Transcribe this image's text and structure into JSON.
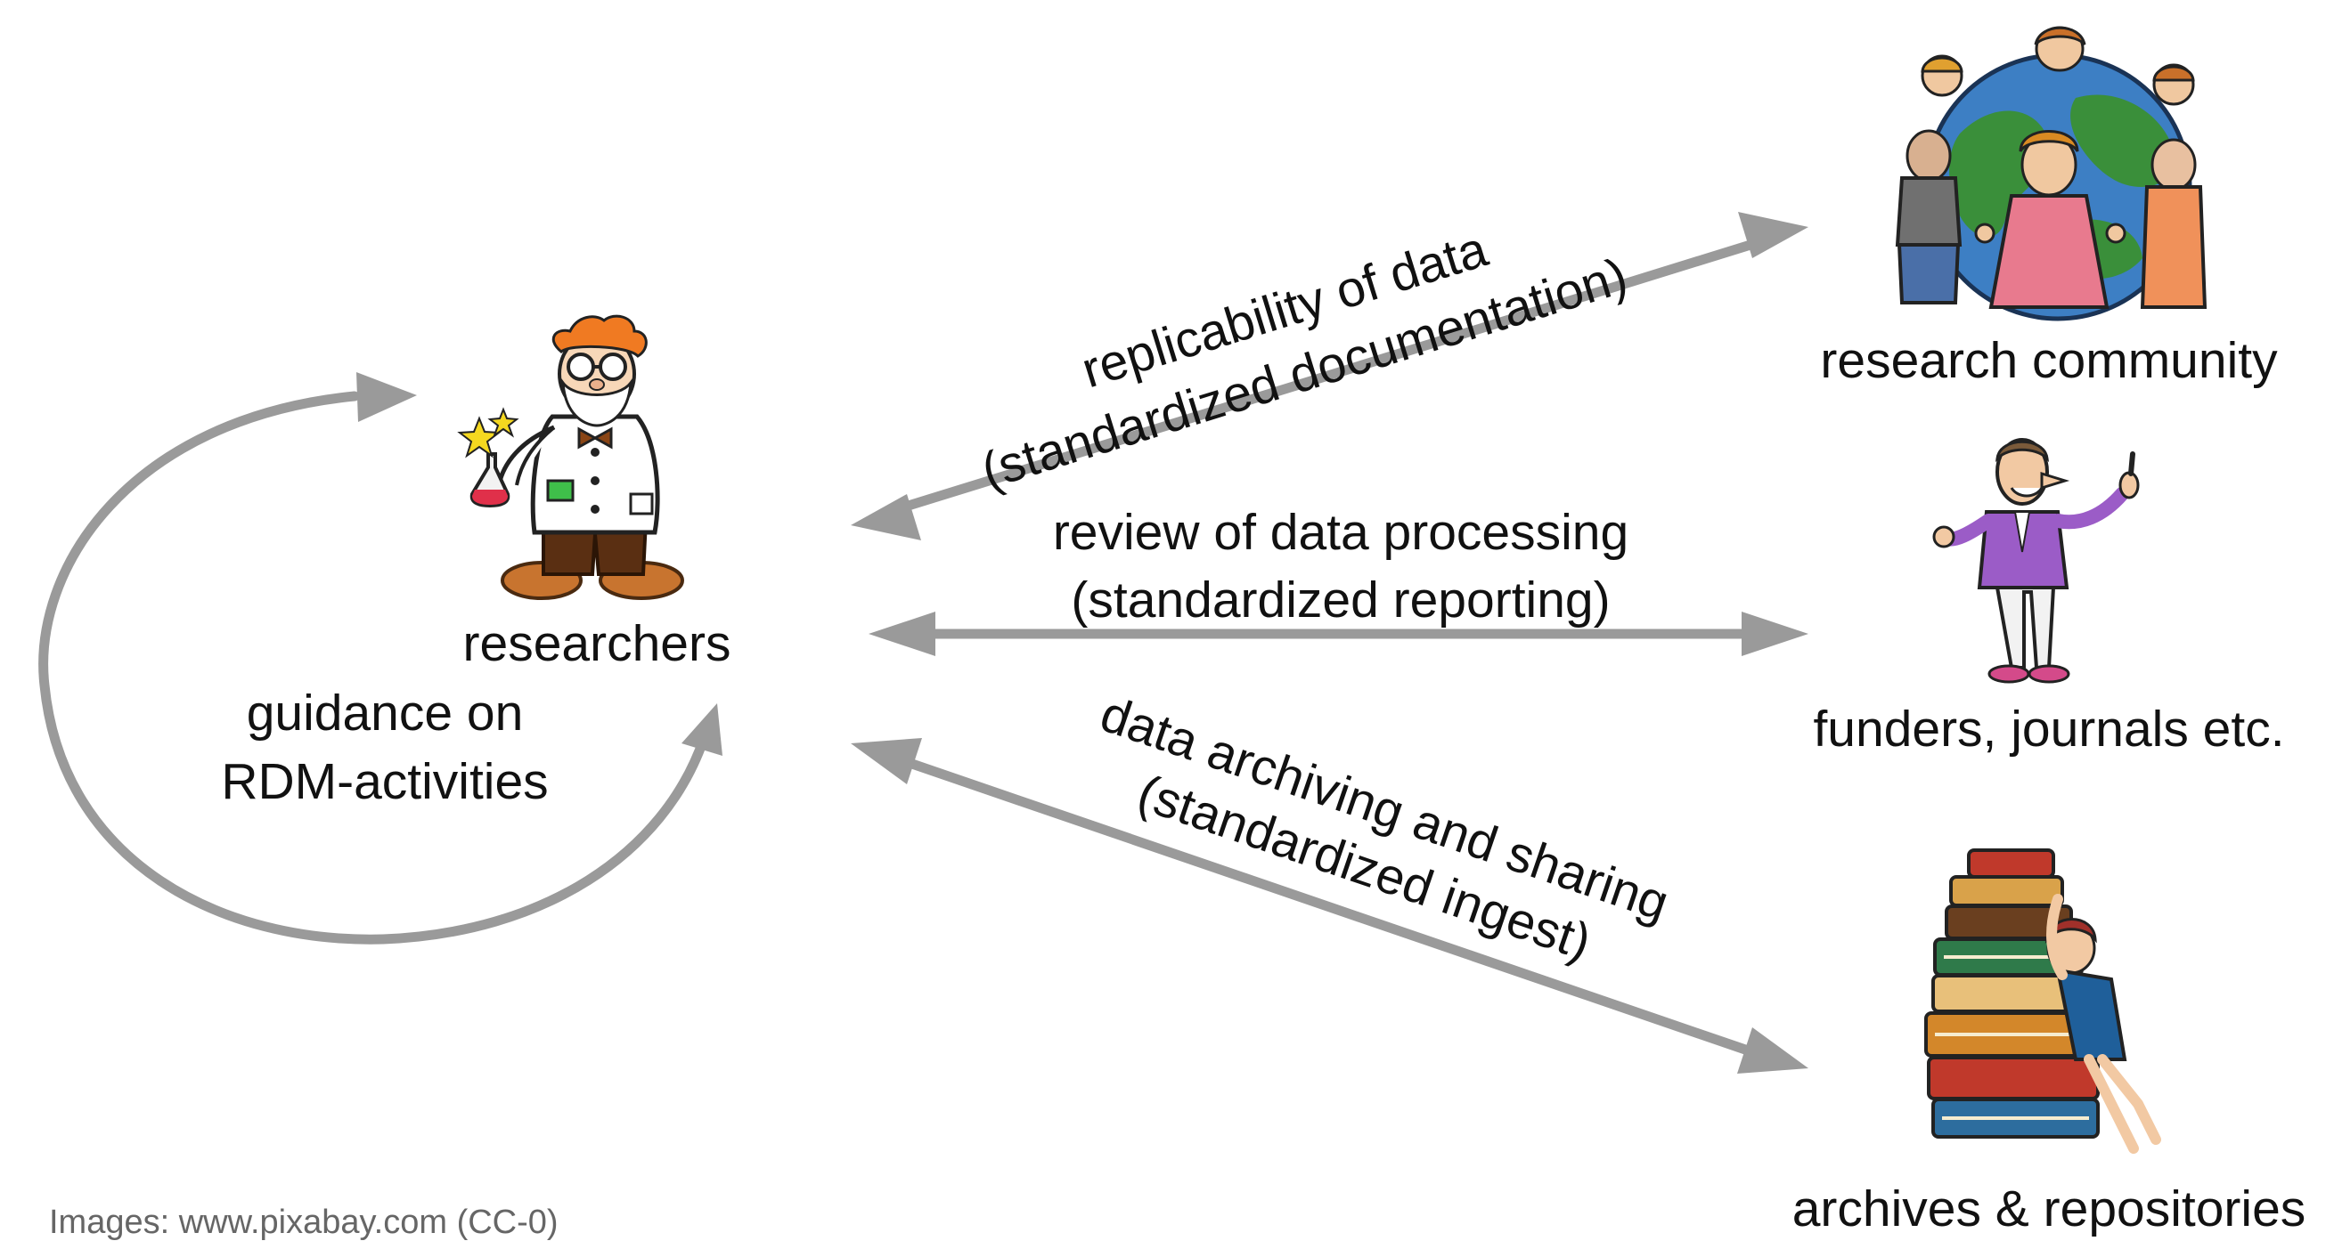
{
  "colors": {
    "arrow": "#9a9a9a",
    "text": "#111111",
    "credit_text": "#666666"
  },
  "nodes": {
    "researchers": {
      "label": "researchers",
      "icon": "scientist-icon"
    },
    "research_community": {
      "label": "research community",
      "icon": "people-around-globe-icon"
    },
    "funders": {
      "label": "funders, journals etc.",
      "icon": "presenter-man-icon"
    },
    "archives": {
      "label": "archives & repositories",
      "icon": "book-stack-icon"
    }
  },
  "loop": {
    "line1": "guidance on",
    "line2": "RDM-activities"
  },
  "edges": {
    "community": {
      "line1": "replicability of data",
      "line2": "(standardized documentation)"
    },
    "funders": {
      "line1": "review of data processing",
      "line2": "(standardized reporting)"
    },
    "archives": {
      "line1": "data archiving and sharing",
      "line2": "(standardized ingest)"
    }
  },
  "credit": "Images: www.pixabay.com (CC-0)"
}
